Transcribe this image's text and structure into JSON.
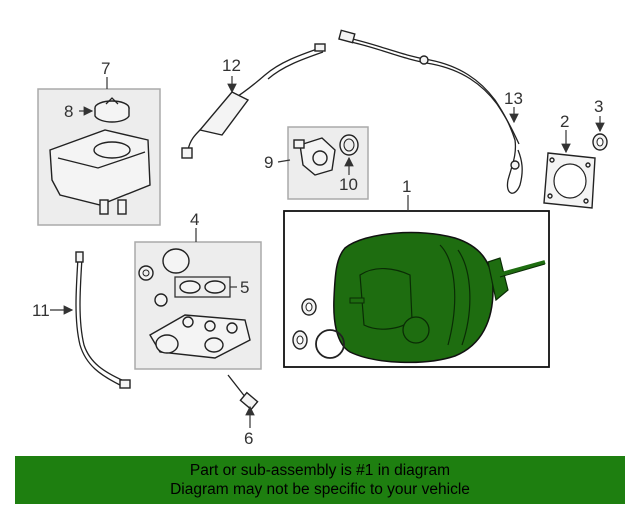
{
  "callouts": {
    "c1": "1",
    "c2": "2",
    "c3": "3",
    "c4": "4",
    "c5": "5",
    "c6": "6",
    "c7": "7",
    "c8": "8",
    "c9": "9",
    "c10": "10",
    "c11": "11",
    "c12": "12",
    "c13": "13"
  },
  "banner": {
    "line1": "Part or sub-assembly is #1 in diagram",
    "line2": "Diagram may not be specific to your vehicle"
  },
  "colors": {
    "highlight_part": "#1e6d10",
    "banner_bg": "#1e7f10"
  }
}
